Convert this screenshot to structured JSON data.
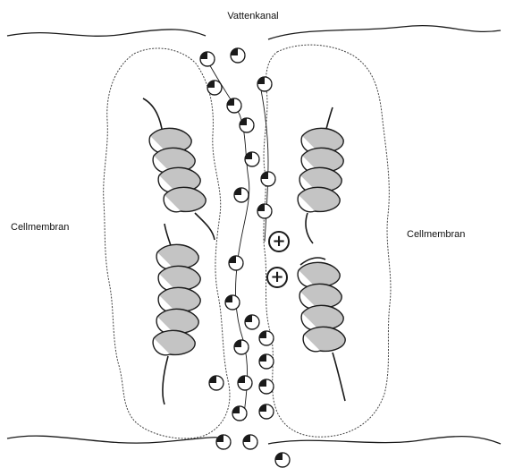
{
  "labels": {
    "channel": "Vattenkanal",
    "membrane_left": "Cellmembran",
    "membrane_right": "Cellmembran"
  },
  "ions": {
    "symbol": "+",
    "count": 2
  },
  "colors": {
    "line": "#1a1a1a",
    "helix_fill": "#bdbdbd",
    "background": "#ffffff"
  }
}
